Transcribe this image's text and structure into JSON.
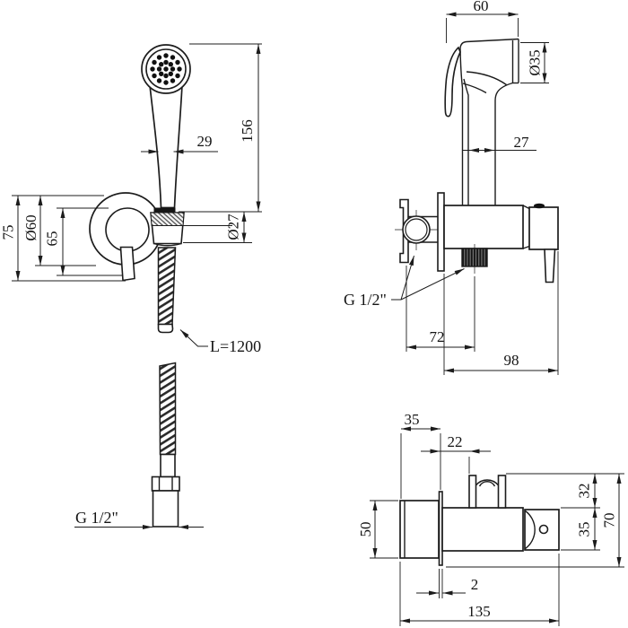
{
  "meta": {
    "description": "Technical drawing of a hygienic hand shower bidet set, three views with dimensions",
    "line_color": "#1c1c1c",
    "background_color": "#ffffff"
  },
  "front_view": {
    "handle_width": "29",
    "overall_height": "156",
    "holder_diameter": "Ø27",
    "bracket_diameter": "Ø60",
    "bracket_offset": "65",
    "bracket_overall": "75",
    "hose_length": "L=1200",
    "thread": "G 1/2\""
  },
  "side_view": {
    "head_depth": "60",
    "head_diameter": "Ø35",
    "handle_width": "27",
    "thread": "G 1/2\"",
    "wall_to_outlet": "72",
    "body_length": "98"
  },
  "top_view": {
    "cylinder_depth": "35",
    "plate_to_cradle": "22",
    "cylinder_width": "50",
    "cradle_depth": "32",
    "body_width": "35",
    "overall_width": "70",
    "plate_thickness": "2",
    "overall_length": "135"
  }
}
